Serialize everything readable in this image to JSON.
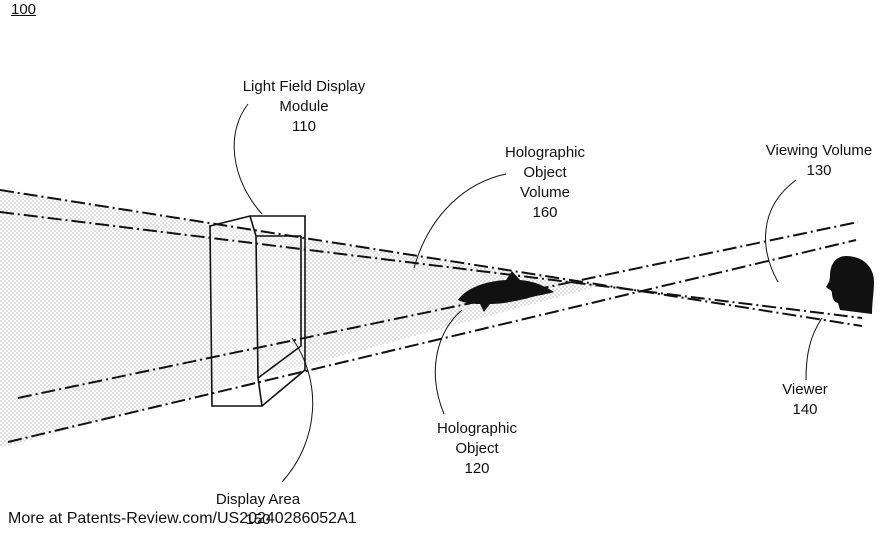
{
  "figure_number": "100",
  "labels": {
    "lfd_module": [
      "Light Field Display",
      "Module",
      "110"
    ],
    "holo_volume": [
      "Holographic",
      "Object",
      "Volume",
      "160"
    ],
    "viewing_volume": [
      "Viewing Volume",
      "130"
    ],
    "viewer": [
      "Viewer",
      "140"
    ],
    "holo_object": [
      "Holographic",
      "Object",
      "120"
    ],
    "display_area": [
      "Display Area",
      "150"
    ]
  },
  "footer": "More at Patents-Review.com/US20240286052A1",
  "colors": {
    "ink": "#111111",
    "stipple": "#555555",
    "background": "#ffffff"
  }
}
